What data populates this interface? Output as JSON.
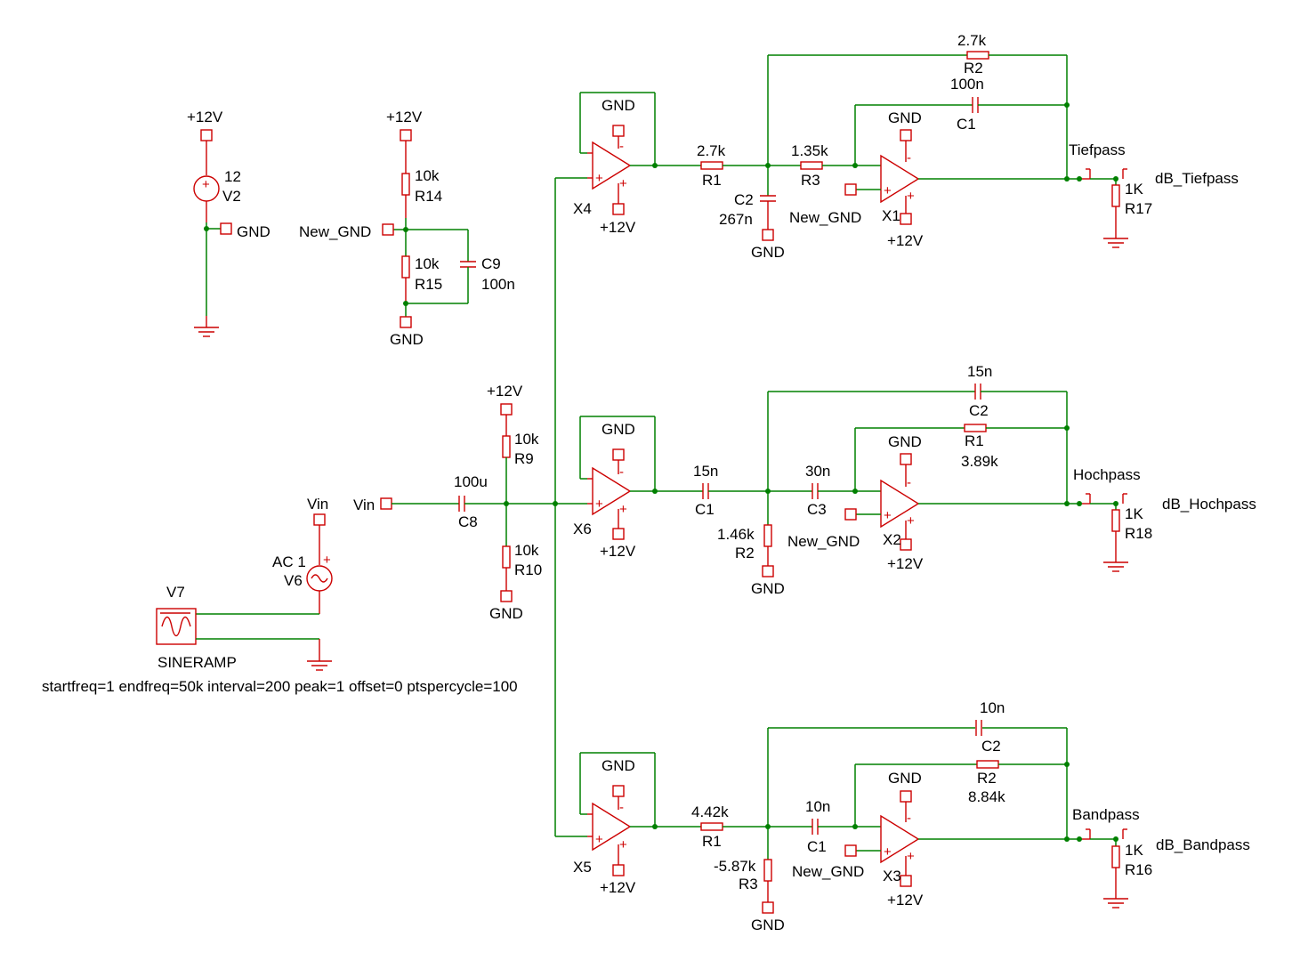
{
  "labels": {
    "pow_v2": "+12V",
    "v2_val": "12",
    "v2_name": "V2",
    "gnd_v2": "GND",
    "pow_div": "+12V",
    "r14_val": "10k",
    "r14_name": "R14",
    "new_gnd_div": "New_GND",
    "r15_val": "10k",
    "r15_name": "R15",
    "c9_name": "C9",
    "c9_val": "100n",
    "gnd_div": "GND",
    "pow_bias": "+12V",
    "r9_val": "10k",
    "r9_name": "R9",
    "r10_val": "10k",
    "r10_name": "R10",
    "gnd_bias": "GND",
    "vin_port": "Vin",
    "vin_src": "Vin",
    "ac_label": "AC 1",
    "v6_name": "V6",
    "c8_val": "100u",
    "c8_name": "C8",
    "v7_name": "V7",
    "sineramp": "SINERAMP",
    "sineramp_params": "startfreq=1 endfreq=50k interval=200 peak=1 offset=0 ptspercycle=100",
    "x4_name": "X4",
    "x4_gnd": "GND",
    "x4_pow": "+12V",
    "x6_name": "X6",
    "x6_gnd": "GND",
    "x6_pow": "+12V",
    "x5_name": "X5",
    "x5_gnd": "GND",
    "x5_pow": "+12V",
    "t_r1_val": "2.7k",
    "t_r1_name": "R1",
    "t_r3_val": "1.35k",
    "t_r3_name": "R3",
    "t_c2_name": "C2",
    "t_c2_val": "267n",
    "t_c2_gnd": "GND",
    "t_r2_val": "2.7k",
    "t_r2_name": "R2",
    "t_c1_val": "100n",
    "t_c1_name": "C1",
    "t_x1_gnd": "GND",
    "t_x1_name": "X1",
    "t_x1_pow": "+12V",
    "t_newgnd": "New_GND",
    "t_out": "Tiefpass",
    "t_db": "dB_Tiefpass",
    "t_r17_val": "1K",
    "t_r17_name": "R17",
    "h_c1_val": "15n",
    "h_c1_name": "C1",
    "h_c3_val": "30n",
    "h_c3_name": "C3",
    "h_r2_val": "1.46k",
    "h_r2_name": "R2",
    "h_r2_gnd": "GND",
    "h_c2_val": "15n",
    "h_c2_name": "C2",
    "h_r1_name": "R1",
    "h_r1_val": "3.89k",
    "h_x2_gnd": "GND",
    "h_x2_name": "X2",
    "h_x2_pow": "+12V",
    "h_newgnd": "New_GND",
    "h_out": "Hochpass",
    "h_db": "dB_Hochpass",
    "h_r18_val": "1K",
    "h_r18_name": "R18",
    "b_r1_val": "4.42k",
    "b_r1_name": "R1",
    "b_c1_val": "10n",
    "b_c1_name": "C1",
    "b_r3_val": "-5.87k",
    "b_r3_name": "R3",
    "b_r3_gnd": "GND",
    "b_c2_val": "10n",
    "b_c2_name": "C2",
    "b_r2_name": "R2",
    "b_r2_val": "8.84k",
    "b_x3_gnd": "GND",
    "b_x3_name": "X3",
    "b_x3_pow": "+12V",
    "b_newgnd": "New_GND",
    "b_out": "Bandpass",
    "b_db": "dB_Bandpass",
    "b_r16_val": "1K",
    "b_r16_name": "R16"
  },
  "colors": {
    "wire": "#008000",
    "component": "#cc0000",
    "text": "#000000",
    "background": "#ffffff"
  }
}
